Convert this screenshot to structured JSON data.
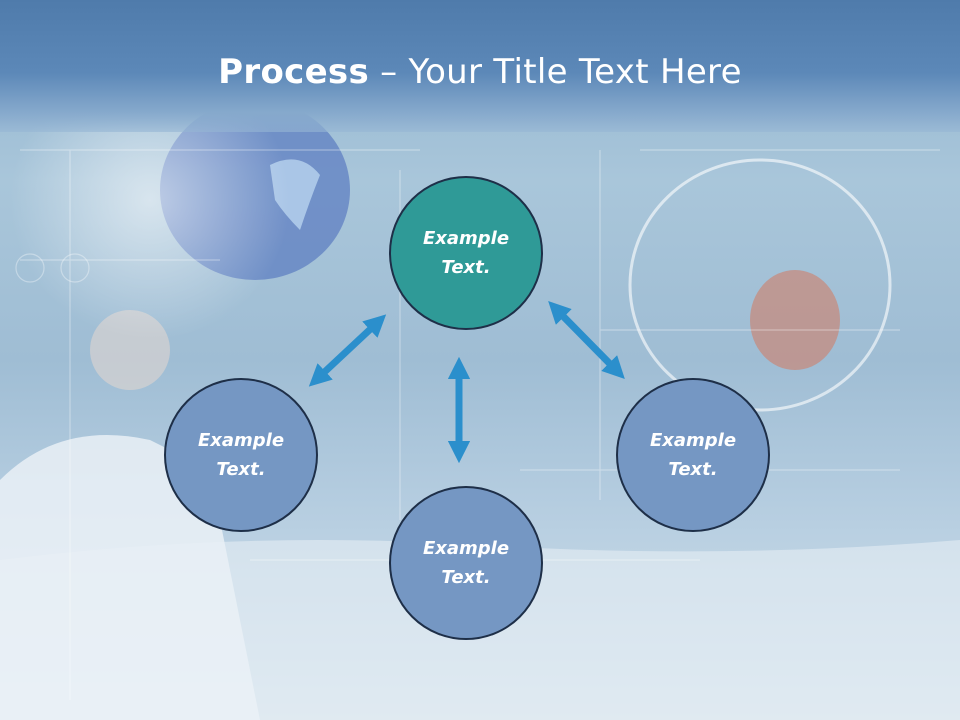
{
  "title": {
    "bold": "Process",
    "rest": " – Your Title Text Here"
  },
  "nodes": {
    "top": "Example\nText.",
    "left": "Example\nText.",
    "right": "Example\nText.",
    "bottom": "Example\nText."
  },
  "colors": {
    "title_bar": "#5781b1",
    "node_blue": "#7597c3",
    "node_teal": "#2f9a97",
    "node_border": "#1e2f48",
    "arrow": "#2b8fcc"
  }
}
